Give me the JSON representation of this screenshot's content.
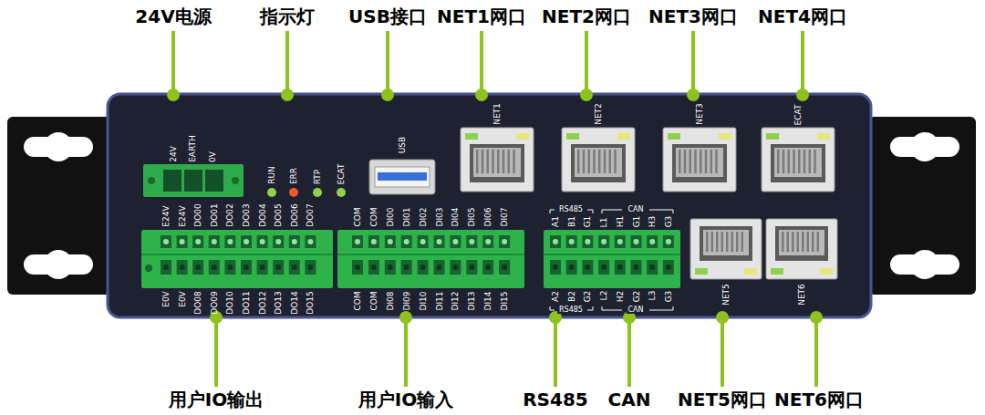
{
  "diagram": {
    "labels": [
      "24V电源",
      "指示灯",
      "USB接口",
      "NET1网口",
      "NET2网口",
      "NET3网口",
      "NET4网口",
      "用户IO输出",
      "用户IO输入",
      "RS485",
      "CAN",
      "NET5网口",
      "NET6网口",
      "24V",
      "EARTH",
      "0V",
      "RUN",
      "ERR",
      "RTP",
      "ECAT",
      "USB",
      "NET1",
      "NET2",
      "NET3",
      "ECAT",
      "NET5",
      "NET6",
      "E24V",
      "E24V",
      "DO00",
      "DO01",
      "DO02",
      "DO03",
      "DO04",
      "DO05",
      "DO06",
      "DO07",
      "E0V",
      "E0V",
      "DO08",
      "DO09",
      "DO10",
      "DO11",
      "DO12",
      "DO13",
      "DO14",
      "DO15",
      "COM",
      "COM",
      "DI00",
      "DI01",
      "DI02",
      "DI03",
      "DI04",
      "DI05",
      "DI06",
      "DI07",
      "COM",
      "COM",
      "DI08",
      "DI09",
      "DI10",
      "DI11",
      "DI12",
      "DI13",
      "DI14",
      "DI15",
      "A1",
      "B1",
      "G1",
      "L1",
      "H1",
      "G1",
      "H3",
      "G3",
      "A2",
      "B2",
      "G2",
      "L2",
      "H2",
      "G2",
      "L3",
      "G3",
      "RS485",
      "CAN",
      "RS485",
      "CAN"
    ]
  }
}
